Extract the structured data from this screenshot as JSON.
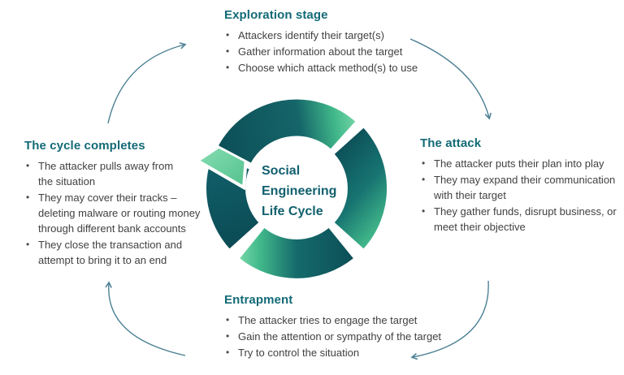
{
  "diagram": {
    "center_label": {
      "line1": "Social",
      "line2": "Engineering",
      "line3": "Life Cycle"
    },
    "stages": {
      "exploration": {
        "title": "Exploration stage",
        "bullets": [
          "Attackers identify their target(s)",
          "Gather information about the target",
          "Choose which attack method(s) to use"
        ]
      },
      "attack": {
        "title": "The attack",
        "bullets": [
          "The attacker puts their plan into play",
          "They may expand their communication\nwith their target",
          "They gather funds, disrupt business, or\nmeet their objective"
        ]
      },
      "entrapment": {
        "title": "Entrapment",
        "bullets": [
          "The attacker tries to engage the target",
          "Gain the attention or sympathy of the target",
          "Try to control the situation"
        ]
      },
      "cycle_completes": {
        "title": "The cycle completes",
        "bullets": [
          "The attacker pulls away from\nthe situation",
          "They may cover their tracks –\ndeleting malware or routing money\nthrough different bank accounts",
          "They close the transaction and\nattempt to bring it to an end"
        ]
      }
    },
    "colors": {
      "heading_teal": "#136a76",
      "center_text_teal": "#11606e",
      "body_text": "#414141",
      "ring_dark": "#0c4e57",
      "ring_mid_teal": "#156569",
      "ring_green": "#41b88a",
      "ring_light_green": "#74d6a6",
      "triangle_light": "#8adfb3",
      "triangle_dark": "#54c28f",
      "arrow_stroke": "#4d8195"
    }
  }
}
